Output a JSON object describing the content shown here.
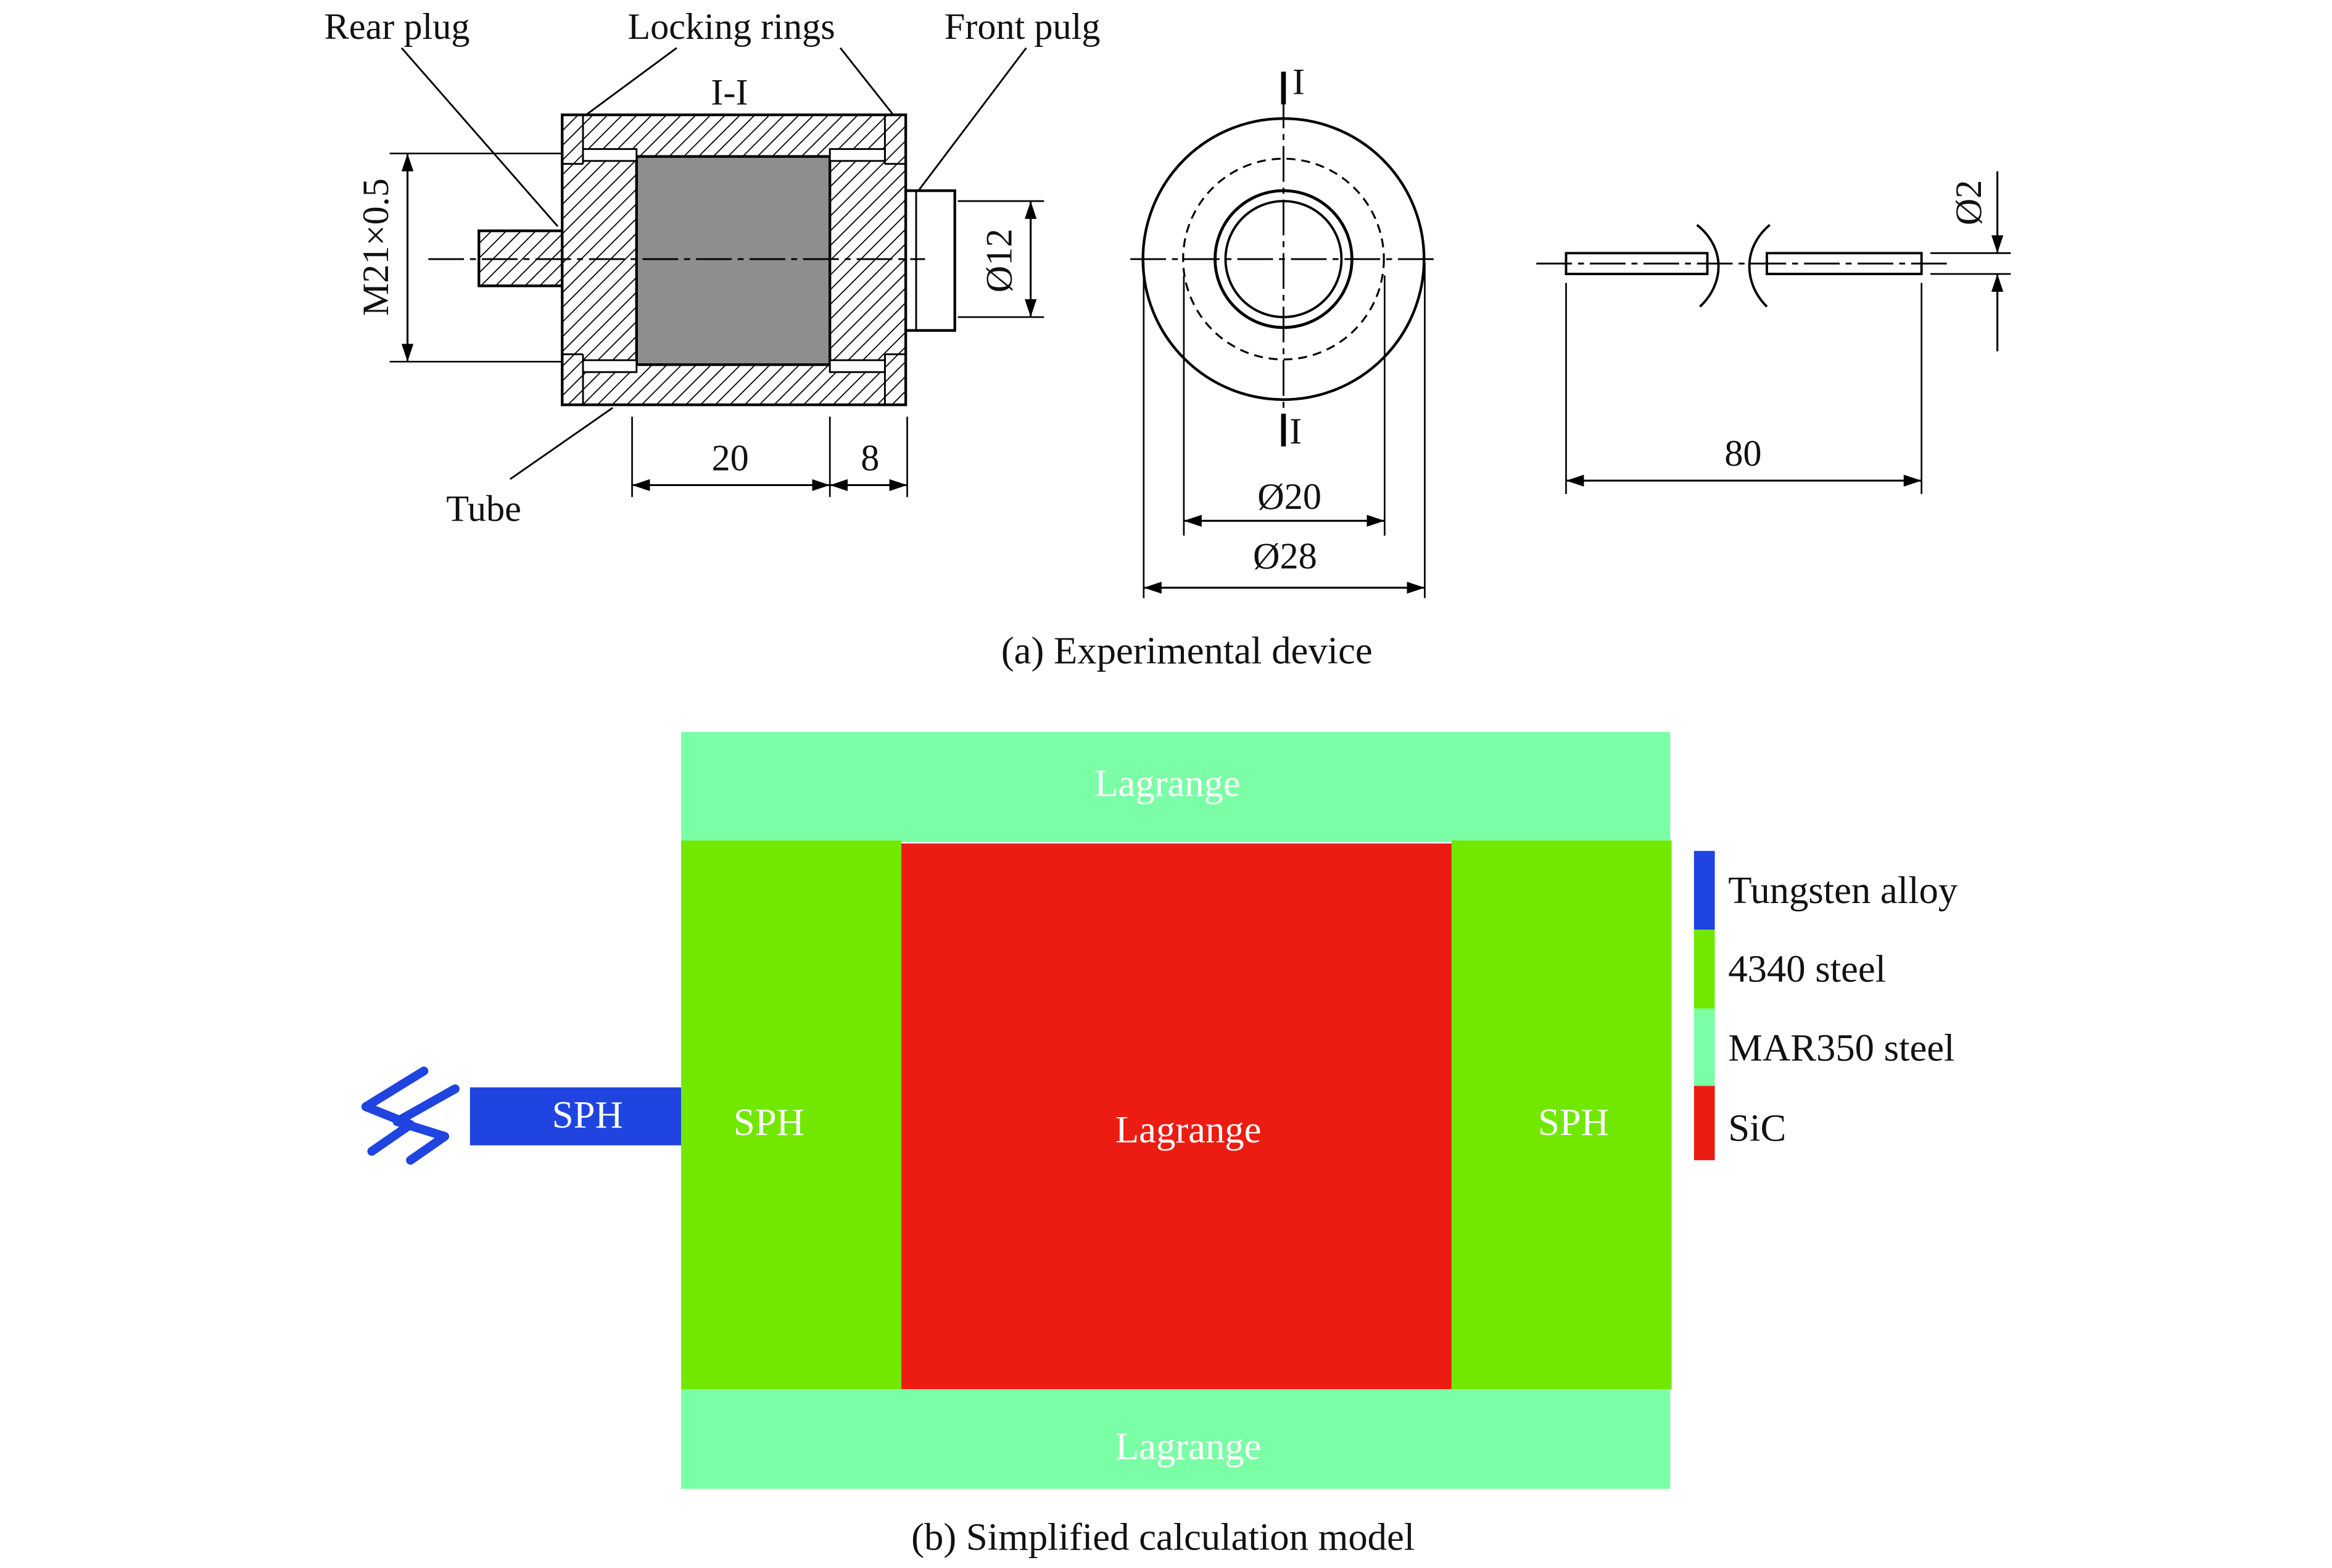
{
  "figure_a": {
    "caption": "(a) Experimental device",
    "callouts": {
      "rear_plug": "Rear plug",
      "locking_rings": "Locking rings",
      "front_plug": "Front pulg",
      "tube": "Tube"
    },
    "section": {
      "title": "I-I",
      "mark_top": "I",
      "mark_bottom": "I"
    },
    "dimensions": {
      "thread": "M21×0.5",
      "front_diameter": "Ø12",
      "sample_length": "20",
      "front_plug_length": "8",
      "inner_diameter": "Ø20",
      "outer_diameter": "Ø28",
      "rod_diameter": "Ø2",
      "rod_length": "80"
    }
  },
  "figure_b": {
    "caption": "(b) Simplified calculation model",
    "regions": {
      "top_tube": "Lagrange",
      "rear_plug": "SPH",
      "sample": "Lagrange",
      "front_plug": "SPH",
      "bottom_tube": "Lagrange",
      "rod": "SPH"
    },
    "legend": [
      {
        "label": "Tungsten alloy",
        "color": "#1f44e0"
      },
      {
        "label": "4340 steel",
        "color": "#72e800"
      },
      {
        "label": "MAR350 steel",
        "color": "#7bffa6"
      },
      {
        "label": "SiC",
        "color": "#ec1c13"
      }
    ]
  }
}
